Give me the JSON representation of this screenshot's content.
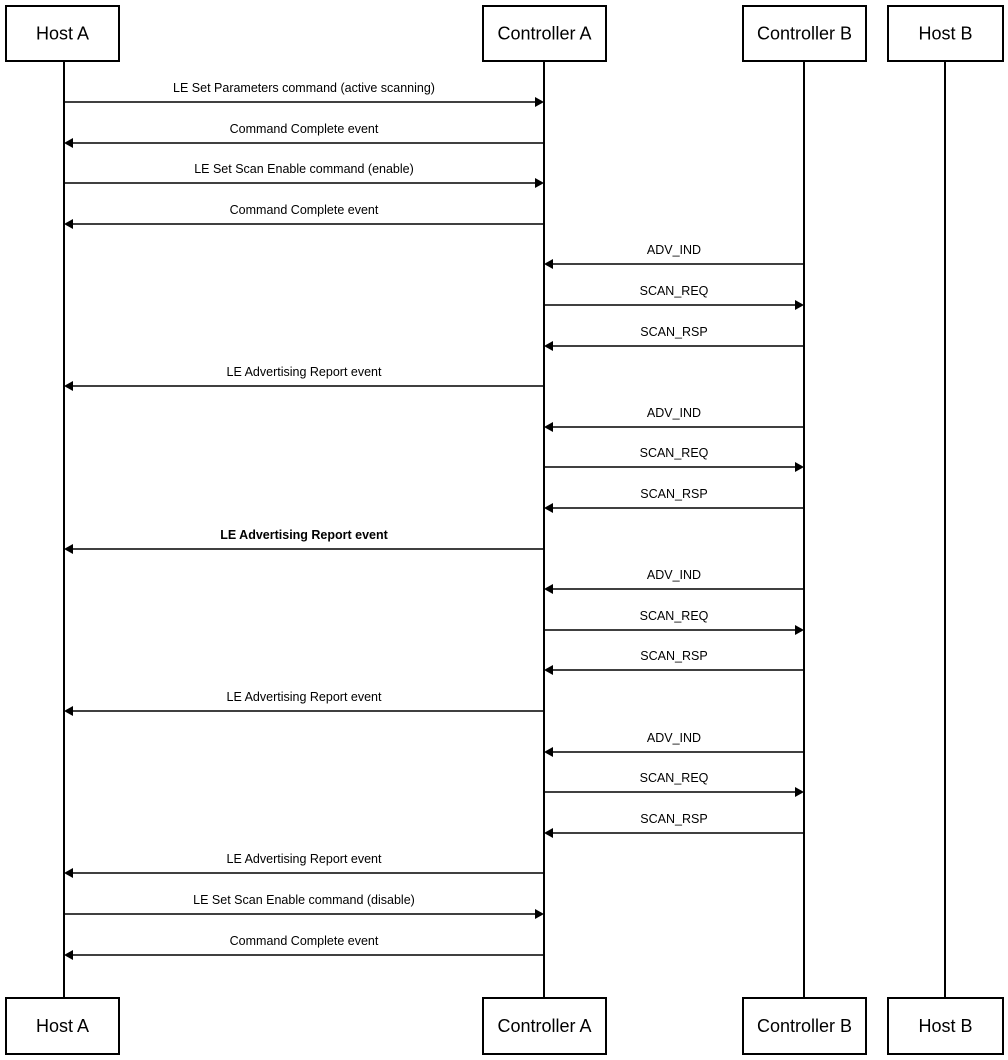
{
  "participants": [
    {
      "id": "hostA",
      "label": "Host A"
    },
    {
      "id": "ctrlA",
      "label": "Controller A"
    },
    {
      "id": "ctrlB",
      "label": "Controller B"
    },
    {
      "id": "hostB",
      "label": "Host B"
    }
  ],
  "messages": [
    {
      "from": "hostA",
      "to": "ctrlA",
      "label": "LE Set Parameters command (active scanning)"
    },
    {
      "from": "ctrlA",
      "to": "hostA",
      "label": "Command Complete event"
    },
    {
      "from": "hostA",
      "to": "ctrlA",
      "label": "LE Set Scan Enable command (enable)"
    },
    {
      "from": "ctrlA",
      "to": "hostA",
      "label": "Command Complete event"
    },
    {
      "from": "ctrlB",
      "to": "ctrlA",
      "label": "ADV_IND"
    },
    {
      "from": "ctrlA",
      "to": "ctrlB",
      "label": "SCAN_REQ"
    },
    {
      "from": "ctrlB",
      "to": "ctrlA",
      "label": "SCAN_RSP"
    },
    {
      "from": "ctrlA",
      "to": "hostA",
      "label": "LE Advertising Report event"
    },
    {
      "from": "ctrlB",
      "to": "ctrlA",
      "label": "ADV_IND"
    },
    {
      "from": "ctrlA",
      "to": "ctrlB",
      "label": "SCAN_REQ"
    },
    {
      "from": "ctrlB",
      "to": "ctrlA",
      "label": "SCAN_RSP"
    },
    {
      "from": "ctrlA",
      "to": "hostA",
      "label": "LE Advertising Report event",
      "emphasis": true
    },
    {
      "from": "ctrlB",
      "to": "ctrlA",
      "label": "ADV_IND"
    },
    {
      "from": "ctrlA",
      "to": "ctrlB",
      "label": "SCAN_REQ"
    },
    {
      "from": "ctrlB",
      "to": "ctrlA",
      "label": "SCAN_RSP"
    },
    {
      "from": "ctrlA",
      "to": "hostA",
      "label": "LE Advertising Report event"
    },
    {
      "from": "ctrlB",
      "to": "ctrlA",
      "label": "ADV_IND"
    },
    {
      "from": "ctrlA",
      "to": "ctrlB",
      "label": "SCAN_REQ"
    },
    {
      "from": "ctrlB",
      "to": "ctrlA",
      "label": "SCAN_RSP"
    },
    {
      "from": "ctrlA",
      "to": "hostA",
      "label": "LE Advertising Report event"
    },
    {
      "from": "hostA",
      "to": "ctrlA",
      "label": "LE Set Scan Enable command (disable)"
    },
    {
      "from": "ctrlA",
      "to": "hostA",
      "label": "Command Complete event"
    }
  ]
}
